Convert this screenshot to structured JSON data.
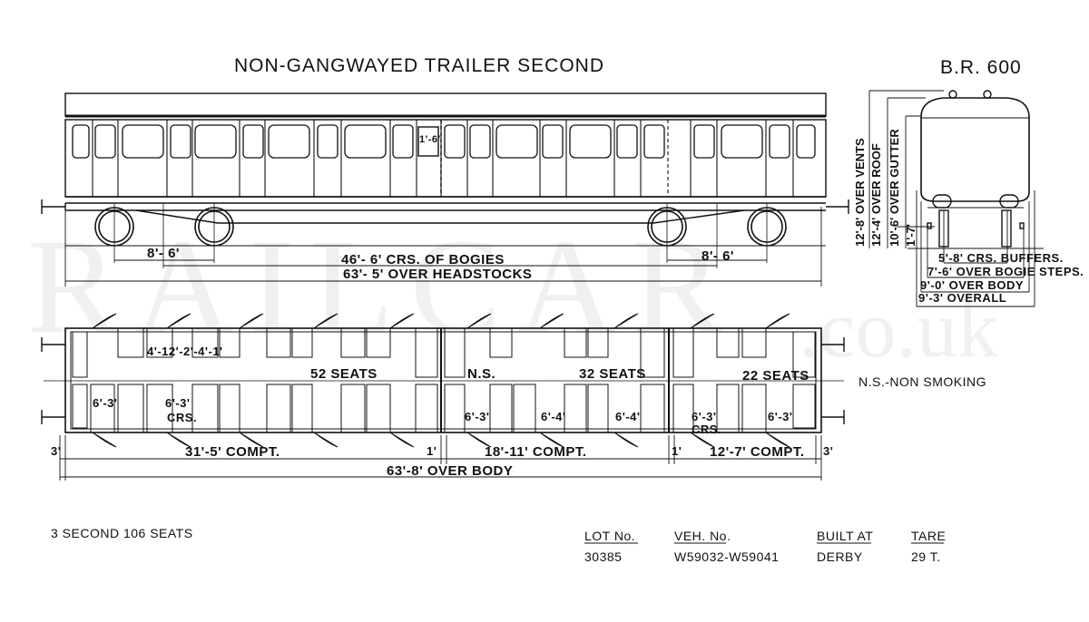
{
  "title": "NON-GANGWAYED TRAILER SECOND",
  "diagram_number": "B.R. 600",
  "watermark": {
    "main": "RAILCAR",
    "suffix": ".co.uk"
  },
  "side_elevation": {
    "bogie_wheelbase_left": "8'- 6'",
    "bogie_wheelbase_right": "8'- 6'",
    "bogie_centres": "46'- 6' CRS. OF BOGIES",
    "over_headstocks": "63'- 5' OVER HEADSTOCKS",
    "window_note": "1'-6'"
  },
  "end_elevation": {
    "over_vents": "12'-8' OVER VENTS",
    "over_roof": "12'-4' OVER ROOF",
    "over_gutter": "10'-6' OVER GUTTER",
    "rail_height": "1'-7'",
    "buffers": "5'-8' CRS. BUFFERS.",
    "bogie_steps": "7'-6' OVER BOGIE STEPS.",
    "over_body": "9'-0' OVER BODY",
    "overall": "9'-3' OVERALL"
  },
  "plan": {
    "seats_1": "52 SEATS",
    "ns_label": "N.S.",
    "seats_2": "32 SEATS",
    "seats_3": "22 SEATS",
    "ns_legend": "N.S.-NON SMOKING",
    "dim_upper": "4'-12'-2'-4'-1'",
    "dim_left": "6'-3'",
    "dim_crs_1": "6'-3'",
    "crs_1": "CRS.",
    "dim_a": "6'-3'",
    "dim_b": "6'-4'",
    "dim_c": "6'-4'",
    "dim_crs_2": "6'-3'",
    "crs_2": "CRS.",
    "dim_d": "6'-3'",
    "end_left": "3'",
    "end_right": "3'",
    "compt_1": "31'-5' COMPT.",
    "partition_1": "1'",
    "compt_2": "18'-11' COMPT.",
    "partition_2": "1'",
    "compt_3": "12'-7' COMPT.",
    "over_body": "63'-8' OVER BODY"
  },
  "summary": "3 SECOND 106 SEATS",
  "table": {
    "headers": [
      "LOT No.",
      "VEH. No.",
      "BUILT AT",
      "TARE"
    ],
    "values": [
      "30385",
      "W59032-W59041",
      "DERBY",
      "29 T."
    ]
  }
}
